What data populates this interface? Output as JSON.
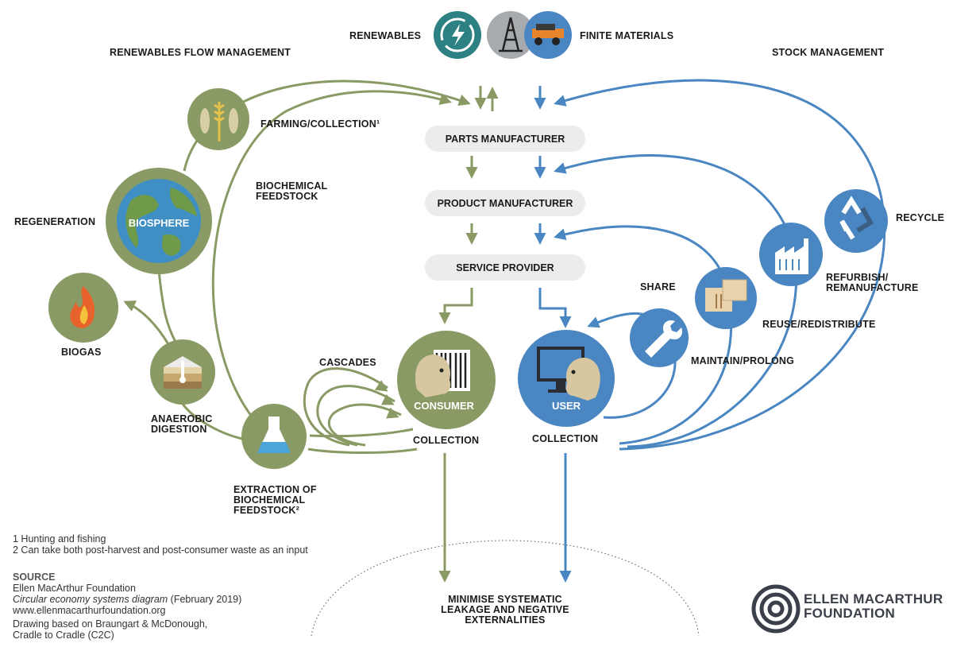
{
  "header": {
    "renewables": "RENEWABLES",
    "finite_materials": "FINITE MATERIALS",
    "renewables_flow_management": "RENEWABLES FLOW MANAGEMENT",
    "stock_management": "STOCK MANAGEMENT"
  },
  "stages": {
    "parts_manufacturer": "PARTS MANUFACTURER",
    "product_manufacturer": "PRODUCT MANUFACTURER",
    "service_provider": "SERVICE PROVIDER"
  },
  "biological": {
    "farming_collection": "FARMING/COLLECTION¹",
    "biochemical_feedstock_1": "BIOCHEMICAL",
    "biochemical_feedstock_2": "FEEDSTOCK",
    "regeneration": "REGENERATION",
    "biosphere": "BIOSPHERE",
    "biogas": "BIOGAS",
    "anaerobic_1": "ANAEROBIC",
    "anaerobic_2": "DIGESTION",
    "extraction_1": "EXTRACTION OF",
    "extraction_2": "BIOCHEMICAL",
    "extraction_3": "FEEDSTOCK²",
    "cascades": "CASCADES",
    "consumer": "CONSUMER",
    "collection": "COLLECTION"
  },
  "technical": {
    "user": "USER",
    "collection": "COLLECTION",
    "share": "SHARE",
    "maintain_prolong": "MAINTAIN/PROLONG",
    "reuse_redistribute": "REUSE/REDISTRIBUTE",
    "refurbish_1": "REFURBISH/",
    "refurbish_2": "REMANUFACTURE",
    "recycle": "RECYCLE"
  },
  "leakage": {
    "line1": "MINIMISE SYSTEMATIC",
    "line2": "LEAKAGE AND NEGATIVE",
    "line3": "EXTERNALITIES"
  },
  "footnotes": {
    "note1": "1 Hunting and fishing",
    "note2": "2 Can take both post-harvest and post-consumer waste as an input"
  },
  "source": {
    "title": "SOURCE",
    "org": "Ellen MacArthur Foundation",
    "doc_title": "Circular economy systems diagram",
    "doc_date": " (February 2019)",
    "url": "www.ellenmacarthurfoundation.org",
    "drawing_1": "Drawing based on Braungart & McDonough,",
    "drawing_2": "Cradle to Cradle (C2C)"
  },
  "logo": {
    "line1": "ELLEN MACARTHUR",
    "line2": "FOUNDATION"
  },
  "colors": {
    "bio_green": "#8a9a64",
    "bio_green_light": "#9aa977",
    "tech_blue": "#4a86c1",
    "renewables_teal": "#2e8182",
    "finite_grey": "#a7aaae",
    "stage_box": "#ececec"
  }
}
